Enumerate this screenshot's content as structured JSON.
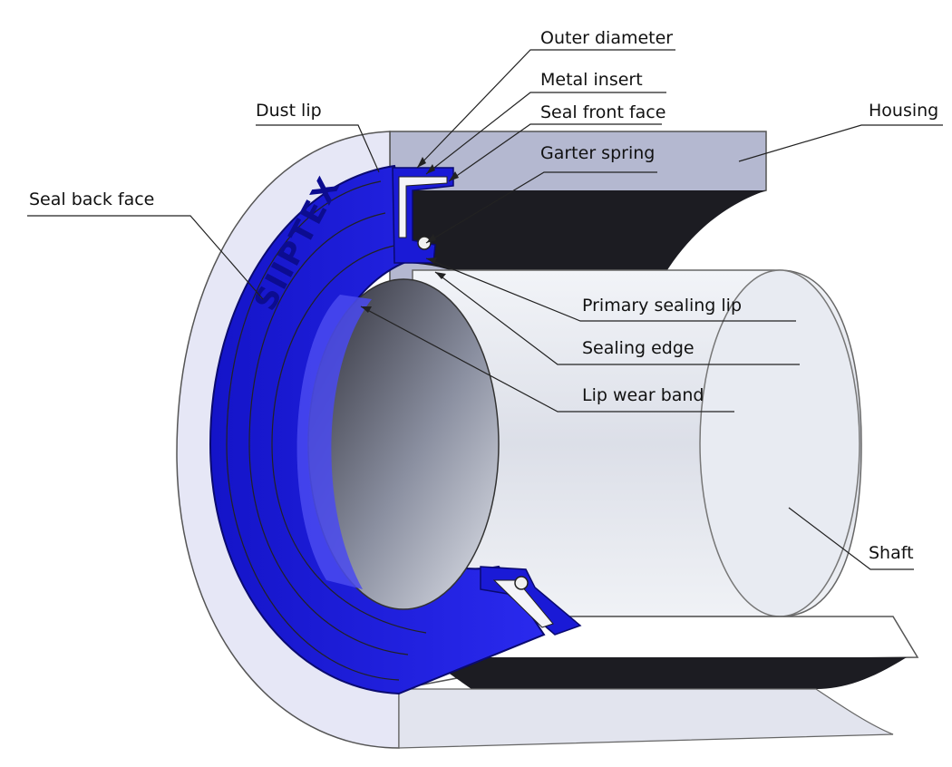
{
  "labels": {
    "outer_diameter": "Outer diameter",
    "metal_insert": "Metal insert",
    "dust_lip": "Dust lip",
    "seal_front_face": "Seal front face",
    "housing": "Housing",
    "garter_spring": "Garter spring",
    "seal_back_face": "Seal back face",
    "primary_sealing_lip": "Primary sealing lip",
    "sealing_edge": "Sealing edge",
    "lip_wear_band": "Lip wear band",
    "shaft": "Shaft"
  },
  "brand_mark": "SIIPTEX",
  "colors": {
    "seal": "#1a1ad6",
    "seal_dark": "#0d0d8a",
    "housing": "#b4b8d0",
    "shaft": "#e6e9f0",
    "housing_inner": "#1c1c22"
  }
}
